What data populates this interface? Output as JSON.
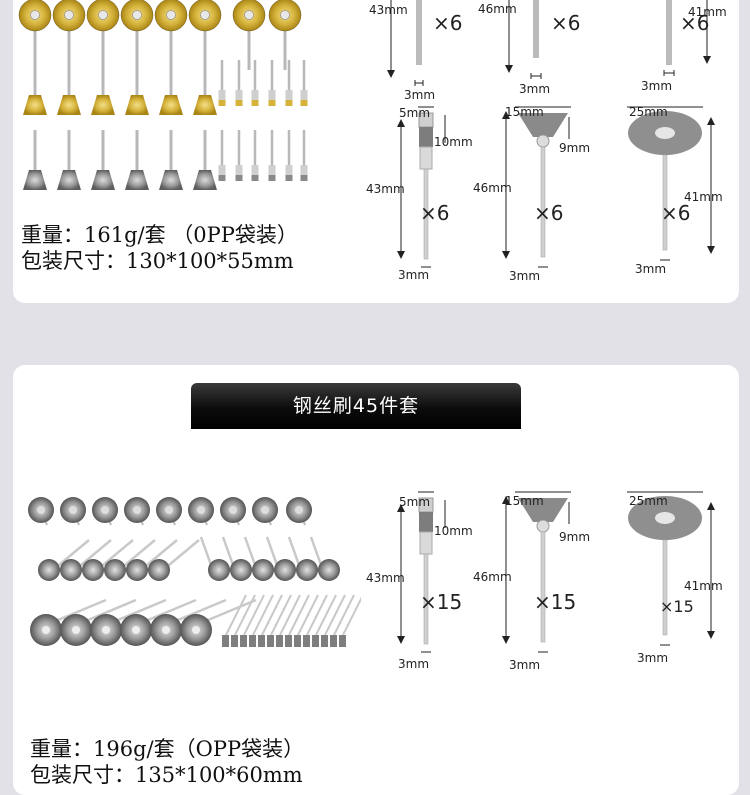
{
  "section1": {
    "weight": "重量：161g/套 （0PP袋装）",
    "package": "包装尺寸：130*100*55mm",
    "top_row": {
      "labels": [
        "43mm",
        "46mm",
        "41mm"
      ],
      "shanks": [
        "3mm",
        "3mm",
        "3mm"
      ],
      "quantities": [
        "×6",
        "×6",
        "×6"
      ]
    },
    "diagrams": {
      "pen": {
        "width": "5mm",
        "length": "43mm",
        "head": "10mm",
        "shank": "3mm",
        "qty": "×6"
      },
      "cup": {
        "width": "15mm",
        "length": "46mm",
        "head": "9mm",
        "shank": "3mm",
        "qty": "×6"
      },
      "wheel": {
        "width": "25mm",
        "length": "41mm",
        "shank": "3mm",
        "qty": "×6"
      }
    }
  },
  "section2": {
    "title": "钢丝刷45件套",
    "weight": "重量：196g/套（OPP袋装）",
    "package": "包装尺寸：135*100*60mm",
    "diagrams": {
      "pen": {
        "width": "5mm",
        "length": "43mm",
        "head": "10mm",
        "shank": "3mm",
        "qty": "×15"
      },
      "cup": {
        "width": "15mm",
        "length": "46mm",
        "head": "9mm",
        "shank": "3mm",
        "qty": "×15"
      },
      "wheel": {
        "width": "25mm",
        "length": "41mm",
        "shank": "3mm",
        "qty": "×15"
      }
    }
  },
  "colors": {
    "background": "#e1e1e7",
    "panel": "#ffffff",
    "brass": "#c9a227",
    "steel": "#8a8a8a",
    "banner": "#0c0c0c"
  }
}
